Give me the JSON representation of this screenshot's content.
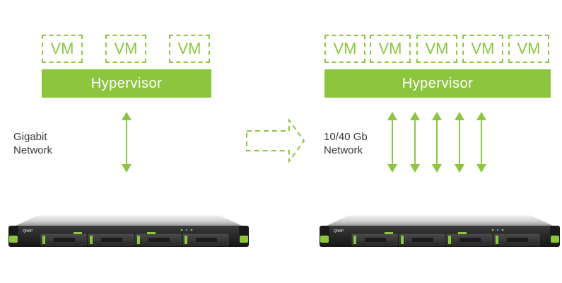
{
  "left": {
    "vms": [
      "VM",
      "VM",
      "VM"
    ],
    "hypervisor": "Hypervisor",
    "network_label": [
      "Gigabit",
      "Network"
    ],
    "arrows": 1
  },
  "right": {
    "vms": [
      "VM",
      "VM",
      "VM",
      "VM",
      "VM"
    ],
    "hypervisor": "Hypervisor",
    "network_label": [
      "10/40 Gb",
      "Network"
    ],
    "arrows": 5
  },
  "colors": {
    "accent_green": "#8cc63f",
    "label_text": "#3a3a3a"
  },
  "icons": {
    "transition": "dashed-arrow-right-icon",
    "server": "rack-server-icon"
  }
}
